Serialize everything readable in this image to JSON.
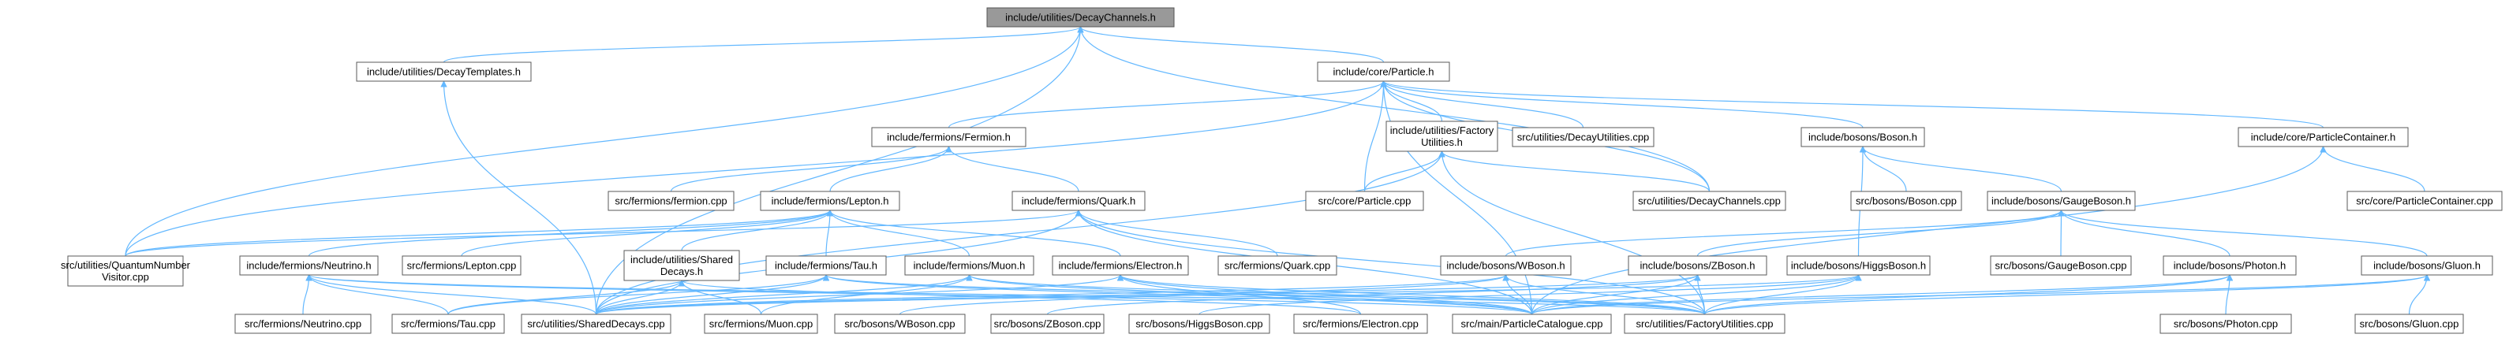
{
  "graph_title": "",
  "colors": {
    "edge": "#63b8ff",
    "root_fill": "#999999",
    "node_fill": "#ffffff",
    "node_border": "#5a5a5a"
  },
  "nodes": {
    "n0": {
      "label": [
        "include/utilities/DecayChannels.h"
      ]
    },
    "n1": {
      "label": [
        "include/utilities/DecayTemplates.h"
      ]
    },
    "n2": {
      "label": [
        "include/core/Particle.h"
      ]
    },
    "n3": {
      "label": [
        "include/fermions/Fermion.h"
      ]
    },
    "n4": {
      "label": [
        "include/utilities/Factory",
        "Utilities.h"
      ]
    },
    "n5": {
      "label": [
        "src/utilities/DecayUtilities.cpp"
      ]
    },
    "n6": {
      "label": [
        "include/bosons/Boson.h"
      ]
    },
    "n7": {
      "label": [
        "include/core/ParticleContainer.h"
      ]
    },
    "n8": {
      "label": [
        "src/fermions/fermion.cpp"
      ]
    },
    "n9": {
      "label": [
        "include/fermions/Lepton.h"
      ]
    },
    "n10": {
      "label": [
        "include/fermions/Quark.h"
      ]
    },
    "n11": {
      "label": [
        "src/core/Particle.cpp"
      ]
    },
    "n12": {
      "label": [
        "src/utilities/DecayChannels.cpp"
      ]
    },
    "n13": {
      "label": [
        "src/bosons/Boson.cpp"
      ]
    },
    "n14": {
      "label": [
        "include/bosons/GaugeBoson.h"
      ]
    },
    "n15": {
      "label": [
        "src/core/ParticleContainer.cpp"
      ]
    },
    "n16": {
      "label": [
        "src/utilities/QuantumNumber",
        "Visitor.cpp"
      ]
    },
    "n17": {
      "label": [
        "include/fermions/Neutrino.h"
      ]
    },
    "n18": {
      "label": [
        "src/fermions/Lepton.cpp"
      ]
    },
    "n19": {
      "label": [
        "include/utilities/Shared",
        "Decays.h"
      ]
    },
    "n20": {
      "label": [
        "include/fermions/Tau.h"
      ]
    },
    "n21": {
      "label": [
        "include/fermions/Muon.h"
      ]
    },
    "n22": {
      "label": [
        "include/fermions/Electron.h"
      ]
    },
    "n23": {
      "label": [
        "src/fermions/Quark.cpp"
      ]
    },
    "n24": {
      "label": [
        "include/bosons/WBoson.h"
      ]
    },
    "n25": {
      "label": [
        "include/bosons/ZBoson.h"
      ]
    },
    "n26": {
      "label": [
        "include/bosons/HiggsBoson.h"
      ]
    },
    "n27": {
      "label": [
        "src/bosons/GaugeBoson.cpp"
      ]
    },
    "n28": {
      "label": [
        "include/bosons/Photon.h"
      ]
    },
    "n29": {
      "label": [
        "include/bosons/Gluon.h"
      ]
    },
    "n30": {
      "label": [
        "src/fermions/Neutrino.cpp"
      ]
    },
    "n31": {
      "label": [
        "src/fermions/Tau.cpp"
      ]
    },
    "n32": {
      "label": [
        "src/utilities/SharedDecays.cpp"
      ]
    },
    "n33": {
      "label": [
        "src/fermions/Muon.cpp"
      ]
    },
    "n34": {
      "label": [
        "src/bosons/WBoson.cpp"
      ]
    },
    "n35": {
      "label": [
        "src/bosons/ZBoson.cpp"
      ]
    },
    "n36": {
      "label": [
        "src/bosons/HiggsBoson.cpp"
      ]
    },
    "n37": {
      "label": [
        "src/fermions/Electron.cpp"
      ]
    },
    "n38": {
      "label": [
        "src/main/ParticleCatalogue.cpp"
      ]
    },
    "n39": {
      "label": [
        "src/utilities/FactoryUtilities.cpp"
      ]
    },
    "n40": {
      "label": [
        "src/bosons/Photon.cpp"
      ]
    },
    "n41": {
      "label": [
        "src/bosons/Gluon.cpp"
      ]
    }
  },
  "edges": [
    [
      "n1",
      "n0"
    ],
    [
      "n2",
      "n0"
    ],
    [
      "n12",
      "n0"
    ],
    [
      "n32",
      "n0"
    ],
    [
      "n16",
      "n0"
    ],
    [
      "n32",
      "n1"
    ],
    [
      "n3",
      "n2"
    ],
    [
      "n4",
      "n2"
    ],
    [
      "n5",
      "n2"
    ],
    [
      "n6",
      "n2"
    ],
    [
      "n7",
      "n2"
    ],
    [
      "n11",
      "n2"
    ],
    [
      "n12",
      "n2"
    ],
    [
      "n16",
      "n2"
    ],
    [
      "n38",
      "n2"
    ],
    [
      "n8",
      "n3"
    ],
    [
      "n9",
      "n3"
    ],
    [
      "n10",
      "n3"
    ],
    [
      "n11",
      "n4"
    ],
    [
      "n12",
      "n4"
    ],
    [
      "n32",
      "n4"
    ],
    [
      "n39",
      "n4"
    ],
    [
      "n13",
      "n6"
    ],
    [
      "n14",
      "n6"
    ],
    [
      "n26",
      "n6"
    ],
    [
      "n15",
      "n7"
    ],
    [
      "n38",
      "n7"
    ],
    [
      "n16",
      "n9"
    ],
    [
      "n17",
      "n9"
    ],
    [
      "n18",
      "n9"
    ],
    [
      "n19",
      "n9"
    ],
    [
      "n20",
      "n9"
    ],
    [
      "n21",
      "n9"
    ],
    [
      "n22",
      "n9"
    ],
    [
      "n16",
      "n10"
    ],
    [
      "n23",
      "n10"
    ],
    [
      "n32",
      "n10"
    ],
    [
      "n38",
      "n10"
    ],
    [
      "n39",
      "n10"
    ],
    [
      "n24",
      "n14"
    ],
    [
      "n25",
      "n14"
    ],
    [
      "n27",
      "n14"
    ],
    [
      "n28",
      "n14"
    ],
    [
      "n29",
      "n14"
    ],
    [
      "n30",
      "n17"
    ],
    [
      "n31",
      "n17"
    ],
    [
      "n32",
      "n17"
    ],
    [
      "n38",
      "n17"
    ],
    [
      "n39",
      "n17"
    ],
    [
      "n31",
      "n19"
    ],
    [
      "n32",
      "n19"
    ],
    [
      "n33",
      "n19"
    ],
    [
      "n37",
      "n19"
    ],
    [
      "n31",
      "n20"
    ],
    [
      "n32",
      "n20"
    ],
    [
      "n38",
      "n20"
    ],
    [
      "n39",
      "n20"
    ],
    [
      "n32",
      "n21"
    ],
    [
      "n33",
      "n21"
    ],
    [
      "n38",
      "n21"
    ],
    [
      "n39",
      "n21"
    ],
    [
      "n32",
      "n22"
    ],
    [
      "n37",
      "n22"
    ],
    [
      "n38",
      "n22"
    ],
    [
      "n39",
      "n22"
    ],
    [
      "n32",
      "n24"
    ],
    [
      "n34",
      "n24"
    ],
    [
      "n38",
      "n24"
    ],
    [
      "n39",
      "n24"
    ],
    [
      "n32",
      "n25"
    ],
    [
      "n35",
      "n25"
    ],
    [
      "n38",
      "n25"
    ],
    [
      "n39",
      "n25"
    ],
    [
      "n32",
      "n26"
    ],
    [
      "n36",
      "n26"
    ],
    [
      "n38",
      "n26"
    ],
    [
      "n39",
      "n26"
    ],
    [
      "n38",
      "n28"
    ],
    [
      "n39",
      "n28"
    ],
    [
      "n40",
      "n28"
    ],
    [
      "n38",
      "n29"
    ],
    [
      "n39",
      "n29"
    ],
    [
      "n41",
      "n29"
    ]
  ]
}
